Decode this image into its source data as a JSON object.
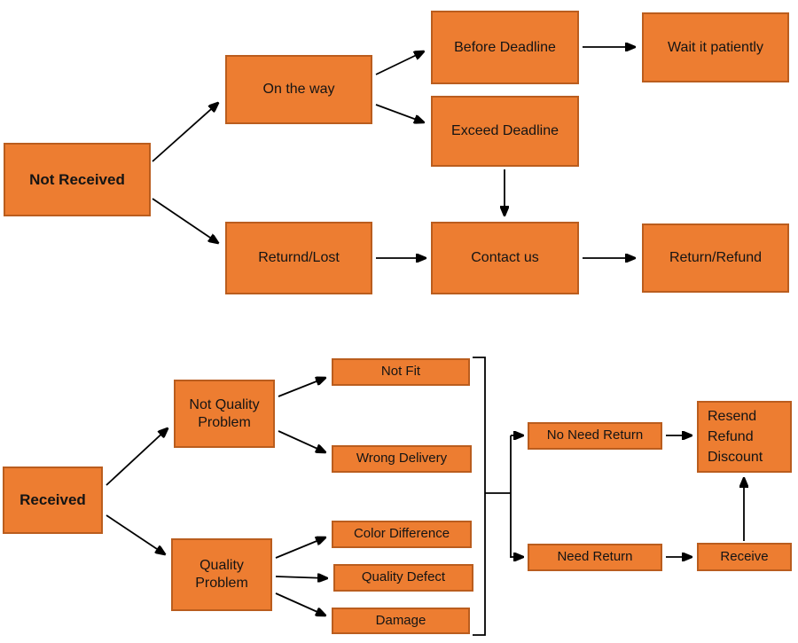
{
  "diagram": {
    "colors": {
      "node_fill": "#ED7D31",
      "node_border": "#BA5D1E",
      "arrow": "#000000"
    },
    "nodes": {
      "not_received": "Not Received",
      "on_the_way": "On the way",
      "before_deadline": "Before Deadline",
      "wait_it_patiently": "Wait it patiently",
      "exceed_deadline": "Exceed Deadline",
      "returnd_lost": "Returnd/Lost",
      "contact_us": "Contact us",
      "return_refund": "Return/Refund",
      "received": "Received",
      "not_quality_problem": "Not Quality Problem",
      "not_fit": "Not Fit",
      "wrong_delivery": "Wrong Delivery",
      "quality_problem": "Quality Problem",
      "color_difference": "Color Difference",
      "quality_defect": "Quality Defect",
      "damage": "Damage",
      "no_need_return": "No Need Return",
      "need_return": "Need Return",
      "resend_refund_discount": "Resend\nRefund\nDiscount",
      "receive": "Receive"
    }
  }
}
